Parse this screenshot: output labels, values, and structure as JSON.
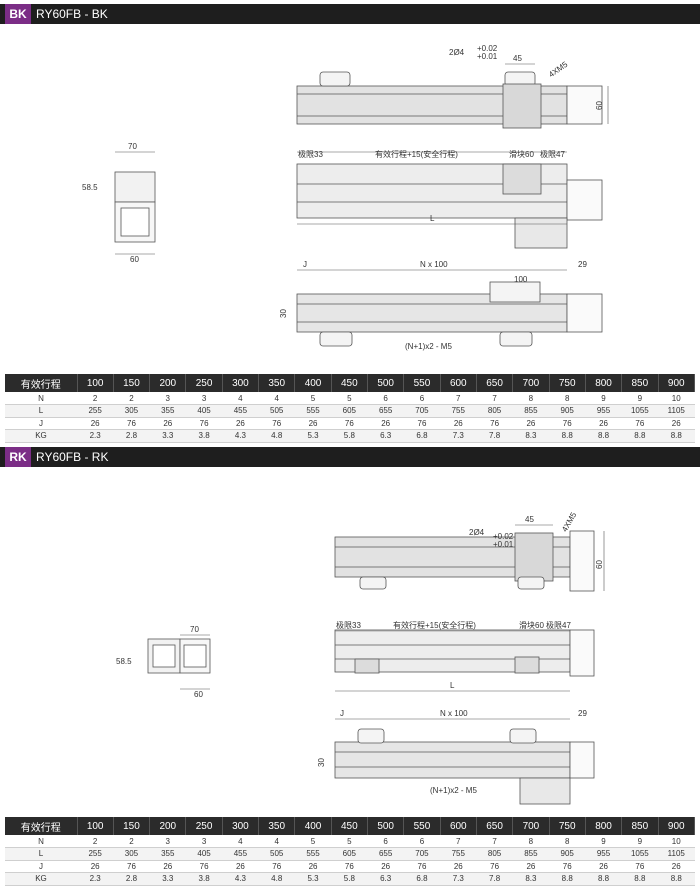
{
  "headers": [
    "100",
    "150",
    "200",
    "250",
    "300",
    "350",
    "400",
    "450",
    "500",
    "550",
    "600",
    "650",
    "700",
    "750",
    "800",
    "850",
    "900"
  ],
  "row_labels": [
    "有效行程",
    "N",
    "L",
    "J",
    "KG"
  ],
  "rows": {
    "N": [
      "2",
      "2",
      "3",
      "3",
      "4",
      "4",
      "5",
      "5",
      "6",
      "6",
      "7",
      "7",
      "8",
      "8",
      "9",
      "9",
      "10"
    ],
    "L": [
      "255",
      "305",
      "355",
      "405",
      "455",
      "505",
      "555",
      "605",
      "655",
      "705",
      "755",
      "805",
      "855",
      "905",
      "955",
      "1055",
      "1105"
    ],
    "J": [
      "26",
      "76",
      "26",
      "76",
      "26",
      "76",
      "26",
      "76",
      "26",
      "76",
      "26",
      "76",
      "26",
      "76",
      "26",
      "76",
      "26"
    ],
    "KG": [
      "2.3",
      "2.8",
      "3.3",
      "3.8",
      "4.3",
      "4.8",
      "5.3",
      "5.8",
      "6.3",
      "6.8",
      "7.3",
      "7.8",
      "8.3",
      "8.8",
      "8.8",
      "8.8",
      "8.8"
    ]
  },
  "sections": [
    {
      "badge": "BK",
      "title": "RY60FB - BK",
      "dims": {
        "phi": "2Ø4",
        "tol_plus": "+0.02",
        "tol_zero": "+0.01",
        "d45": "45",
        "hole": "4XM5",
        "d60": "60",
        "d70": "70",
        "d58_5": "58.5",
        "d60b": "60",
        "lim33": "极限33",
        "stroke": "有效行程+15(安全行程)",
        "slider": "滑块60",
        "lim47": "极限47",
        "L": "L",
        "J": "J",
        "n100": "N x 100",
        "d100": "100",
        "d29": "29",
        "d30": "30",
        "holes": "(N+1)x2 - M5"
      }
    },
    {
      "badge": "RK",
      "title": "RY60FB - RK",
      "dims": {
        "phi": "2Ø4",
        "tol_plus": "+0.02",
        "tol_zero": "+0.01",
        "d45": "45",
        "hole": "4XM5",
        "d60": "60",
        "d70": "70",
        "d58_5": "58.5",
        "d60b": "60",
        "lim33": "极限33",
        "stroke": "有效行程+15(安全行程)",
        "slider": "滑块60",
        "lim47": "极限47",
        "L": "L",
        "J": "J",
        "n100": "N x 100",
        "d29": "29",
        "d30": "30",
        "holes": "(N+1)x2 - M5"
      }
    }
  ]
}
